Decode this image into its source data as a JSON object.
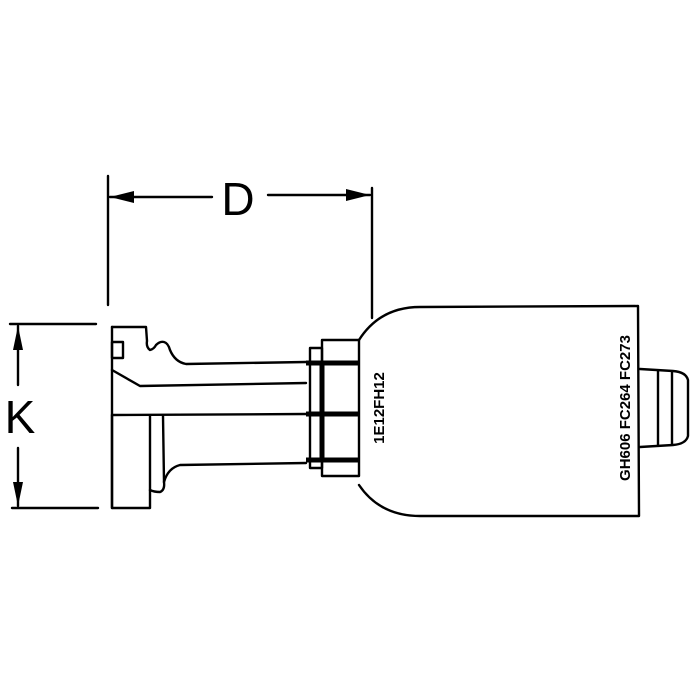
{
  "diagram": {
    "type": "technical-drawing",
    "subject": "hydraulic hose fitting with flange",
    "dimensions": {
      "length_label": "D",
      "height_label": "K"
    },
    "nut_part_number": "1E12FH12",
    "ferrule_part_numbers": "GH606 FC264 FC273",
    "colors": {
      "line": "#000000",
      "background": "#ffffff"
    }
  }
}
